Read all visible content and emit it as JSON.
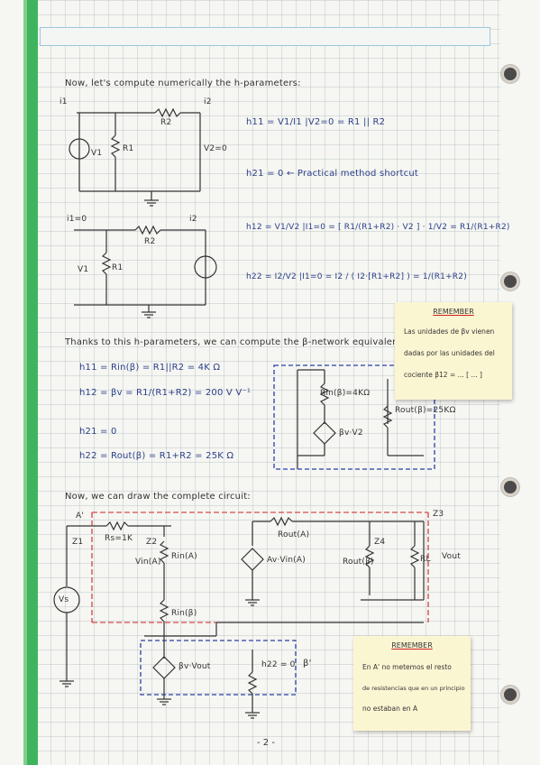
{
  "intro1": "Now, let's compute numerically the h-parameters:",
  "h11": "h11 = V1/I1 |V2=0 = R1 || R2",
  "h21": "h21 = 0  ← Practical method shortcut",
  "h12": "h12 = V1/V2 |I1=0 = [ R1/(R1+R2) · V2 ] · 1/V2 = R1/(R1+R2)",
  "h22": "h22 = I2/V2 |I1=0 = I2 / ( I2·[R1+R2] ) = 1/(R1+R2)",
  "intro2": "Thanks to this h-parameters, we can compute the β-network equivalences:",
  "eq1": "h11 = Rin(β) = R1||R2 = 4K Ω",
  "eq2": "h12 = βv = R1/(R1+R2) = 200 V V⁻¹",
  "eq3": "h21 = 0",
  "eq4": "h22 = Rout(β) = R1+R2 = 25K Ω",
  "intro3": "Now, we can draw the complete circuit:",
  "remember1": {
    "title": "REMEMBER",
    "lines": [
      "Las unidades de βv vienen",
      "dadas por las unidades del",
      "cociente β12 = ... [ ... ]"
    ]
  },
  "remember2": {
    "title": "REMEMBER",
    "lines": [
      "En A' no metemos el resto",
      "de resistencias que en un principio",
      "no estaban en A"
    ]
  },
  "circuit_labels": {
    "i1": "i1",
    "i2": "i2",
    "R2": "R2",
    "R1": "R1",
    "V1": "V1",
    "V2zero": "V2=0",
    "i1zero": "i1=0",
    "rinb": "Rin(β)=4KΩ",
    "routb": "Rout(β)=25KΩ",
    "bvv2": "βv·V2",
    "Aprime": "A'",
    "z1": "Z1",
    "z2": "Z2",
    "z3": "Z3",
    "z4": "Z4",
    "rs": "Rs=1K",
    "rina": "Rin(A)",
    "vina": "Vin(A)",
    "routa": "Rout(A)",
    "avvin": "Av·Vin(A)",
    "routb2": "Rout(β)",
    "rl": "RL",
    "vout": "Vout",
    "vs": "Vs",
    "rinb2": "Rin(β)",
    "bvout": "βv·Vout",
    "h22zero": "h22 = 0",
    "bprime": "β'"
  },
  "page_number": "- 2 -"
}
